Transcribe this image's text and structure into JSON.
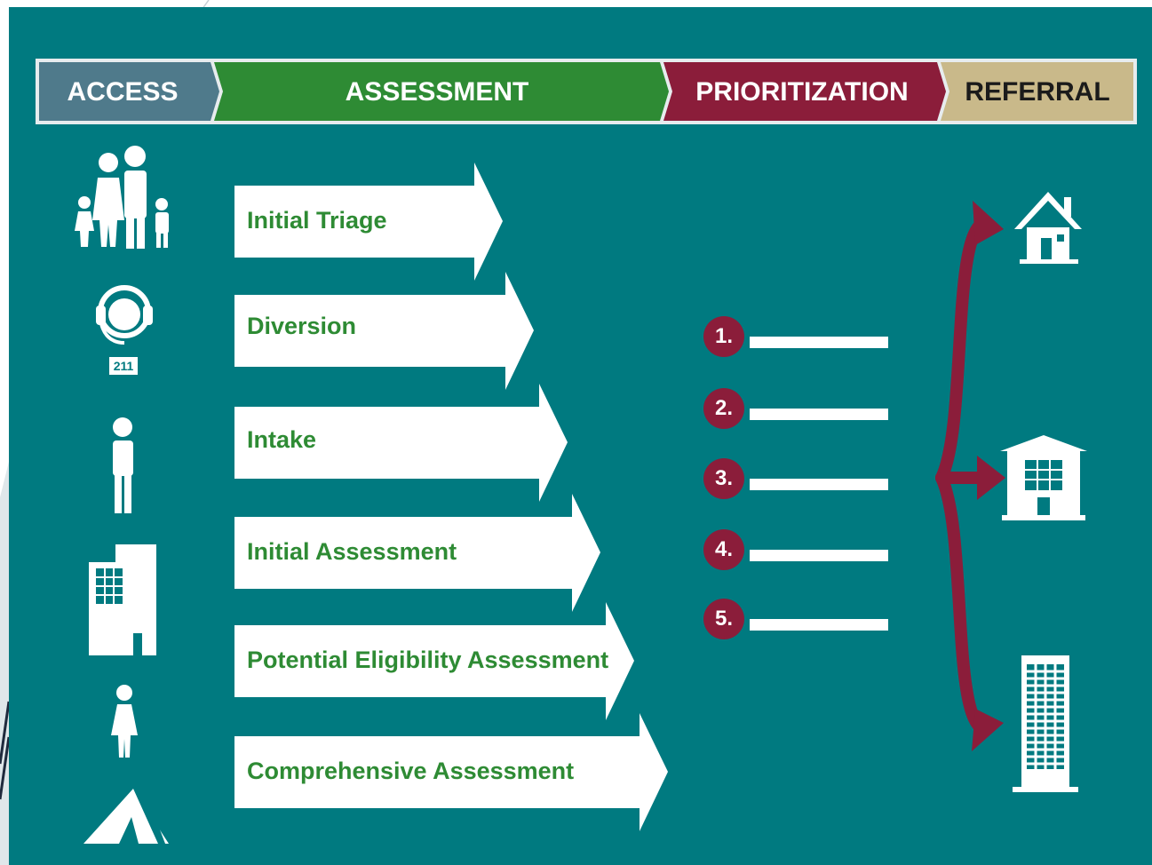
{
  "colors": {
    "panel": "#007a80",
    "access": "#4f7a8b",
    "assessment": "#2e8b34",
    "prioritization": "#8b1d3a",
    "referral": "#c9b98a",
    "arrow_fill": "#ffffff",
    "arrow_text": "#2e8b34",
    "referral_arrows": "#8b1d3a"
  },
  "stages": [
    {
      "label": "ACCESS",
      "color": "#4f7a8b"
    },
    {
      "label": "ASSESSMENT",
      "color": "#2e8b34"
    },
    {
      "label": "PRIORITIZATION",
      "color": "#8b1d3a"
    },
    {
      "label": "REFERRAL",
      "color": "#c9b98a"
    }
  ],
  "access_icons": [
    {
      "icon": "family-icon"
    },
    {
      "icon": "call-center-211-icon",
      "badge": "211"
    },
    {
      "icon": "person-icon"
    },
    {
      "icon": "building-icon"
    },
    {
      "icon": "woman-icon"
    },
    {
      "icon": "tent-icon"
    }
  ],
  "assessment_steps": [
    {
      "label": "Initial Triage"
    },
    {
      "label": "Diversion"
    },
    {
      "label": "Intake"
    },
    {
      "label": "Initial Assessment"
    },
    {
      "label": "Potential Eligibility Assessment"
    },
    {
      "label": "Comprehensive Assessment"
    }
  ],
  "priority_ranks": [
    {
      "number": "1."
    },
    {
      "number": "2."
    },
    {
      "number": "3."
    },
    {
      "number": "4."
    },
    {
      "number": "5."
    }
  ],
  "referral_icons": [
    {
      "icon": "house-icon"
    },
    {
      "icon": "apartment-building-icon"
    },
    {
      "icon": "high-rise-icon"
    }
  ]
}
